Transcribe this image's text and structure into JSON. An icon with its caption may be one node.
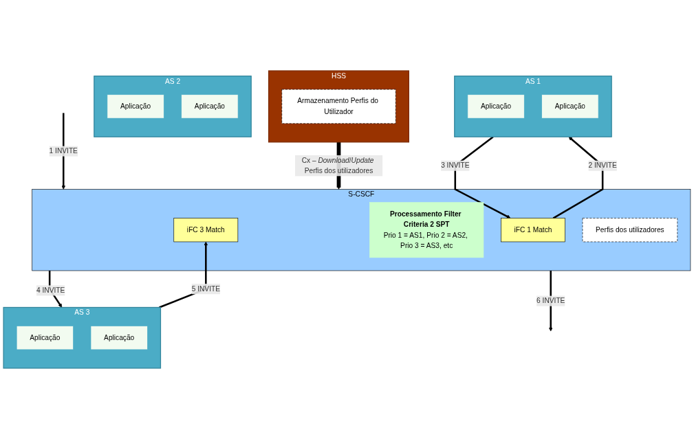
{
  "diagram": {
    "nodes": [
      {
        "text": [
          "AS 1"
        ]
      },
      {
        "text": [
          "Aplicação"
        ],
        "in": 0
      },
      {
        "text": [
          "Aplicação"
        ],
        "in": 0
      },
      {
        "text": [
          "AS 2"
        ]
      },
      {
        "text": [
          "Aplicação"
        ],
        "in": 3
      },
      {
        "text": [
          "Aplicação"
        ],
        "in": 3
      },
      {
        "text": [
          "AS 3"
        ]
      },
      {
        "text": [
          "Aplicação"
        ],
        "in": 6
      },
      {
        "text": [
          "Aplicação"
        ],
        "in": 6
      },
      {
        "text": [
          "S-CSCF"
        ]
      },
      {
        "text": [
          "iFC 1 Match"
        ],
        "in": 9
      },
      {
        "text": [
          "Processamento Filter Criteria 2 SPT",
          "Prio 1 = AS1, Prio 2 = AS2, Prio 3 = AS3, etc"
        ],
        "in": 9
      },
      {
        "text": [
          "iFC 3 Match"
        ],
        "in": 9
      },
      {
        "text": [
          "Perfis dos utilizadores"
        ],
        "in": 9
      },
      {
        "text": [
          "HSS"
        ]
      },
      {
        "text": [
          "Armazenamento Perfis do Utilizador"
        ],
        "in": 14
      }
    ],
    "edges": [
      {
        "from": null,
        "to": 9,
        "arrow": "to",
        "label": "1 INVITE"
      },
      {
        "from": 10,
        "to": 0,
        "arrow": "to",
        "label": "2 INVITE"
      },
      {
        "from": 0,
        "to": 10,
        "arrow": "to",
        "label": "3 INVITE"
      },
      {
        "from": 9,
        "to": 6,
        "arrow": "to",
        "label": "4 INVITE"
      },
      {
        "from": 6,
        "to": 12,
        "arrow": "to",
        "label": "5 INVITE"
      },
      {
        "from": 9,
        "to": null,
        "arrow": "to",
        "label": "6 INVITE"
      },
      {
        "from": 14,
        "to": 9,
        "arrow": "to",
        "label": "Cx – *Download*/*Update* Perfis dos utilizadores",
        "style": "thick"
      }
    ]
  }
}
